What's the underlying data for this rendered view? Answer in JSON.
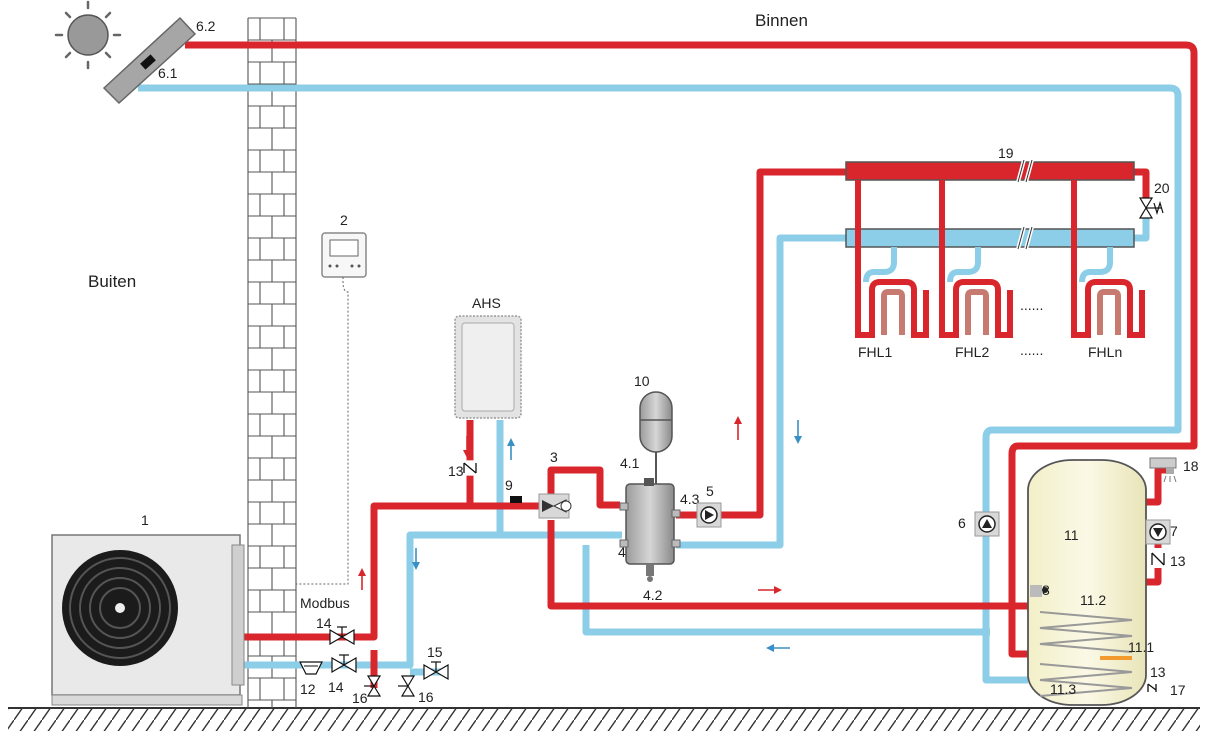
{
  "zones": {
    "inside": "Binnen",
    "outside": "Buiten"
  },
  "components": {
    "outdoor_unit": "1",
    "controller": "2",
    "three_way_valve": "3",
    "buffer_tank": "4",
    "buffer_air_vent": "4.1",
    "buffer_drain": "4.2",
    "buffer_outlet": "4.3",
    "pump_floor": "5",
    "pump_tank": "6",
    "pump_circulation": "7",
    "sensor_8": "8",
    "sensor_9": "9",
    "expansion_vessel": "10",
    "dhw_tank": "11",
    "coil_11_1": "11.1",
    "coil_11_2": "11.2",
    "coil_11_3": "11.3",
    "filter": "12",
    "check_valve": "13",
    "shutoff_valve": "14",
    "fill_valve": "15",
    "drain_valve": "16",
    "cold_water_inlet": "17",
    "hot_water_outlet": "18",
    "manifold": "19",
    "bypass_valve": "20",
    "solar_sensor": "6.1",
    "solar_panel": "6.2",
    "aux_heat_source": "AHS",
    "bus": "Modbus"
  },
  "floor_loops": [
    "FHL1",
    "FHL2",
    "FHLn"
  ],
  "ellipsis": "......",
  "colors": {
    "supply": "#d9262c",
    "return": "#8ccde8",
    "wall_line": "#444444"
  }
}
